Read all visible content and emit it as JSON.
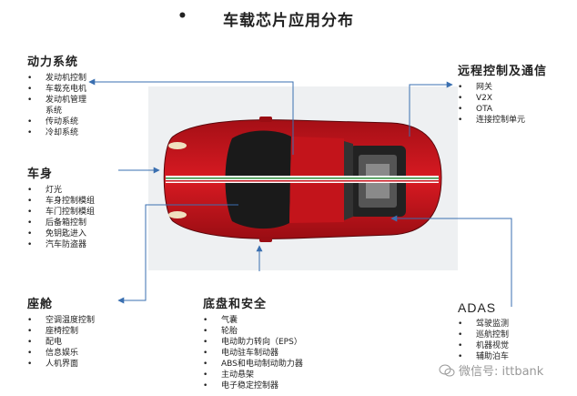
{
  "title": "车载芯片应用分布",
  "title_bullet": "•",
  "groups": {
    "power": {
      "heading": "动力系统",
      "items": [
        "发动机控制",
        "车载充电机",
        "发动机管理",
        "系统",
        "传动系统",
        "冷却系统"
      ]
    },
    "body": {
      "heading": "车身",
      "items": [
        "灯光",
        "车身控制模组",
        "车门控制模组",
        "后备箱控制",
        "免钥匙进入",
        "汽车防盗器"
      ]
    },
    "seat": {
      "heading": "座舱",
      "items": [
        "空调温度控制",
        "座椅控制",
        "配电",
        "信息娱乐",
        "人机界面"
      ]
    },
    "chassis": {
      "heading": "底盘和安全",
      "items": [
        "气囊",
        "轮胎",
        "电动助力转向（EPS）",
        "电动驻车制动器",
        "ABS和电动制动助力器",
        "主动悬架",
        "电子稳定控制器"
      ]
    },
    "remote": {
      "heading": "远程控制及通信",
      "items": [
        "网关",
        "V2X",
        "OTA",
        "连接控制单元"
      ]
    },
    "adas": {
      "heading": "ADAS",
      "items": [
        "驾驶监测",
        "巡航控制",
        "机器视觉",
        "辅助泊车"
      ]
    }
  },
  "watermark": "微信号: ittbank",
  "colors": {
    "car_body": "#c8141c",
    "arrow": "#3a6fb0",
    "stripe": "#ffffff"
  }
}
